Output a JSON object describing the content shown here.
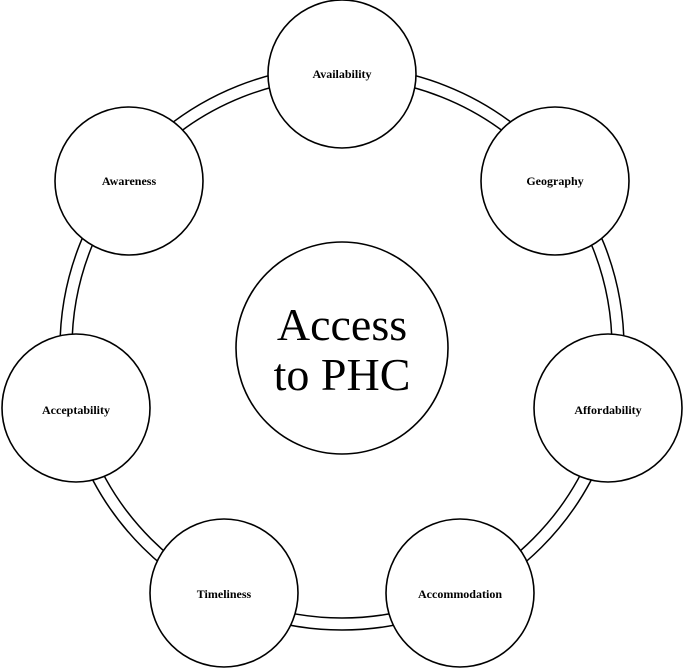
{
  "center": {
    "line1": "Access",
    "line2": "to PHC"
  },
  "nodes": [
    {
      "label": "Availability"
    },
    {
      "label": "Geography"
    },
    {
      "label": "Affordability"
    },
    {
      "label": "Accommodation"
    },
    {
      "label": "Timeliness"
    },
    {
      "label": "Acceptability"
    },
    {
      "label": "Awareness"
    }
  ],
  "colors": {
    "stroke": "#000000",
    "fill": "#ffffff"
  }
}
